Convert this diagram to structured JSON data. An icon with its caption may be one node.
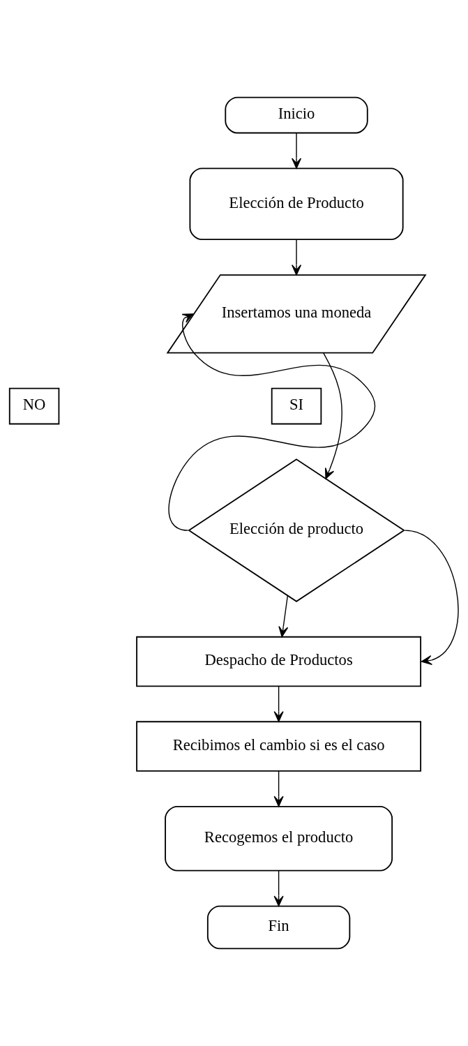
{
  "diagram": {
    "nodes": [
      {
        "text": [
          "Inicio"
        ]
      },
      {
        "text": [
          "Elección de Producto"
        ]
      },
      {
        "text": [
          "Insertamos una moneda"
        ]
      },
      {
        "text": [
          "NO"
        ]
      },
      {
        "text": [
          "SI"
        ]
      },
      {
        "text": [
          "Elección de producto"
        ]
      },
      {
        "text": [
          "Despacho de Productos"
        ]
      },
      {
        "text": [
          "Recibimos el cambio si es el caso"
        ]
      },
      {
        "text": [
          "Recogemos el producto"
        ]
      },
      {
        "text": [
          "Fin"
        ]
      }
    ],
    "edges": [
      {
        "from": 0,
        "to": 1,
        "arrow": "to"
      },
      {
        "from": 1,
        "to": 2,
        "arrow": "to"
      },
      {
        "from": 2,
        "to": 5,
        "arrow": "to"
      },
      {
        "from": 5,
        "to": 2,
        "arrow": "to"
      },
      {
        "from": 5,
        "to": 6,
        "arrow": "to"
      },
      {
        "from": 5,
        "to": 6,
        "arrow": "to"
      },
      {
        "from": 6,
        "to": 7,
        "arrow": "to"
      },
      {
        "from": 7,
        "to": 8,
        "arrow": "to"
      },
      {
        "from": 8,
        "to": 9,
        "arrow": "to"
      }
    ]
  }
}
